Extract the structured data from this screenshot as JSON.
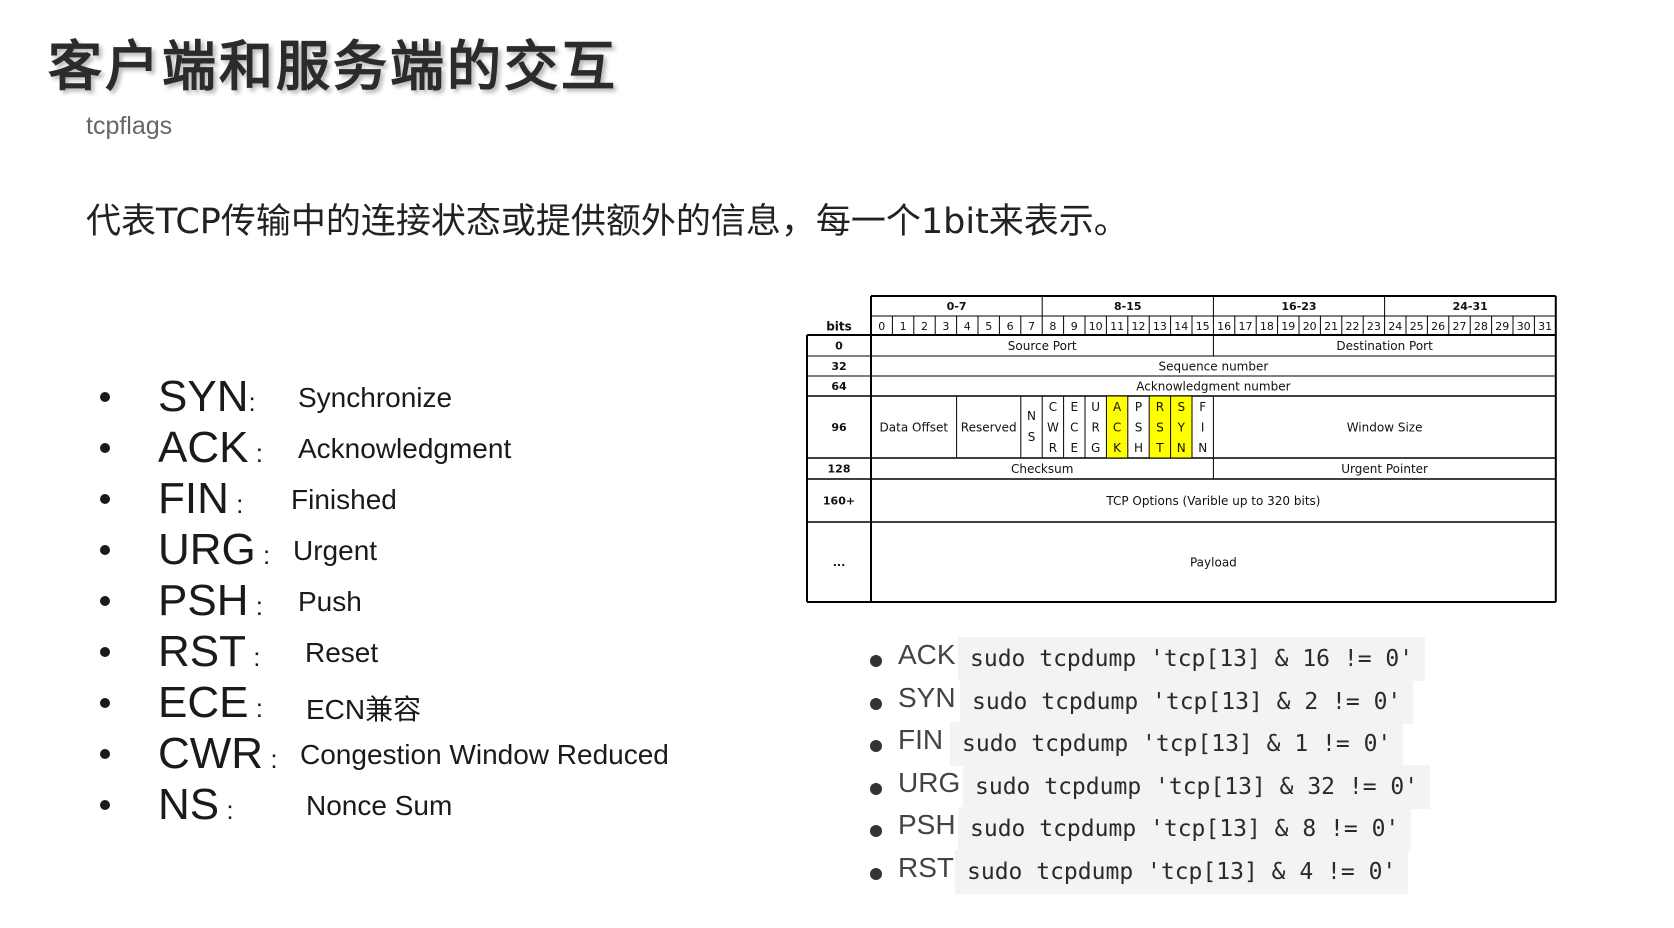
{
  "title": "客户端和服务端的交互",
  "subtitle": "tcpflags",
  "intro": "代表TCP传输中的连接状态或提供额外的信息，每一个1bit来表示。",
  "flags": [
    {
      "name": "SYN",
      "sep": ":",
      "desc": "Synchronize"
    },
    {
      "name": "ACK",
      "sep": " :",
      "desc": "Acknowledgment"
    },
    {
      "name": "FIN",
      "sep": " :",
      "desc": "Finished"
    },
    {
      "name": "URG",
      "sep": " :",
      "desc": "Urgent"
    },
    {
      "name": "PSH",
      "sep": " :",
      "desc": "Push"
    },
    {
      "name": "RST",
      "sep": " :",
      "desc": "Reset"
    },
    {
      "name": "ECE",
      "sep": " :",
      "desc": "ECN兼容"
    },
    {
      "name": "CWR",
      "sep": " :",
      "desc": "Congestion Window Reduced"
    },
    {
      "name": "NS",
      "sep": " :",
      "desc": "Nonce Sum"
    }
  ],
  "tcp_header": {
    "bits_label": "bits",
    "group_labels": [
      "0-7",
      "8-15",
      "16-23",
      "24-31"
    ],
    "bit_numbers": [
      "0",
      "1",
      "2",
      "3",
      "4",
      "5",
      "6",
      "7",
      "8",
      "9",
      "10",
      "11",
      "12",
      "13",
      "14",
      "15",
      "16",
      "17",
      "18",
      "19",
      "20",
      "21",
      "22",
      "23",
      "24",
      "25",
      "26",
      "27",
      "28",
      "29",
      "30",
      "31"
    ],
    "row_offsets": [
      "0",
      "32",
      "64",
      "96",
      "128",
      "160+",
      "..."
    ],
    "source_port": "Source Port",
    "destination_port": "Destination Port",
    "sequence_number": "Sequence number",
    "ack_number": "Acknowledgment number",
    "data_offset": "Data Offset",
    "reserved": "Reserved",
    "flag_columns": [
      {
        "letters": [
          "N",
          "S"
        ],
        "highlight": false
      },
      {
        "letters": [
          "C",
          "W",
          "R"
        ],
        "highlight": false
      },
      {
        "letters": [
          "E",
          "C",
          "E"
        ],
        "highlight": false
      },
      {
        "letters": [
          "U",
          "R",
          "G"
        ],
        "highlight": false
      },
      {
        "letters": [
          "A",
          "C",
          "K"
        ],
        "highlight": true
      },
      {
        "letters": [
          "P",
          "S",
          "H"
        ],
        "highlight": false
      },
      {
        "letters": [
          "R",
          "S",
          "T"
        ],
        "highlight": true
      },
      {
        "letters": [
          "S",
          "Y",
          "N"
        ],
        "highlight": true
      },
      {
        "letters": [
          "F",
          "I",
          "N"
        ],
        "highlight": false
      }
    ],
    "window_size": "Window Size",
    "checksum": "Checksum",
    "urgent_pointer": "Urgent Pointer",
    "options": "TCP Options (Varible up to 320 bits)",
    "payload": "Payload",
    "highlight_color": "#ffff00"
  },
  "commands": [
    {
      "label": "ACK",
      "code": "sudo tcpdump 'tcp[13] & 16 != 0'"
    },
    {
      "label": "SYN",
      "code": "sudo tcpdump 'tcp[13] & 2 != 0'"
    },
    {
      "label": "FIN",
      "code": "sudo tcpdump 'tcp[13] & 1 != 0'"
    },
    {
      "label": "URG",
      "code": "sudo tcpdump 'tcp[13] & 32 != 0'"
    },
    {
      "label": "PSH",
      "code": "sudo tcpdump 'tcp[13] & 8 != 0'"
    },
    {
      "label": "RST",
      "code": "sudo tcpdump 'tcp[13] & 4 != 0'"
    }
  ]
}
